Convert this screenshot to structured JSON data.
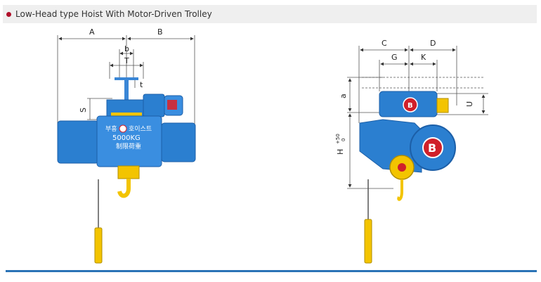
{
  "header": {
    "title": "Low-Head type Hoist With Motor-Driven Trolley"
  },
  "front_view": {
    "dimensions": {
      "A": "A",
      "B": "B",
      "b": "b",
      "T": "T",
      "t": "t",
      "S": "S"
    },
    "plate": {
      "line1": "부흥",
      "line2": "호이스트",
      "capacity": "5000KG",
      "line3": "制限荷重"
    }
  },
  "side_view": {
    "dimensions": {
      "C": "C",
      "D": "D",
      "G": "G",
      "K": "K",
      "a": "a",
      "U": "U",
      "H": "H",
      "tolerance_top": "+50",
      "tolerance_bottom": "0"
    },
    "logo_letter": "B"
  },
  "colors": {
    "body_blue": "#2b7fd0",
    "dark_blue": "#1c5fa8",
    "hook_yellow": "#f3c400",
    "logo_red": "#d0202a",
    "accent_line": "#2a73b6",
    "bullet": "#b0102a"
  }
}
